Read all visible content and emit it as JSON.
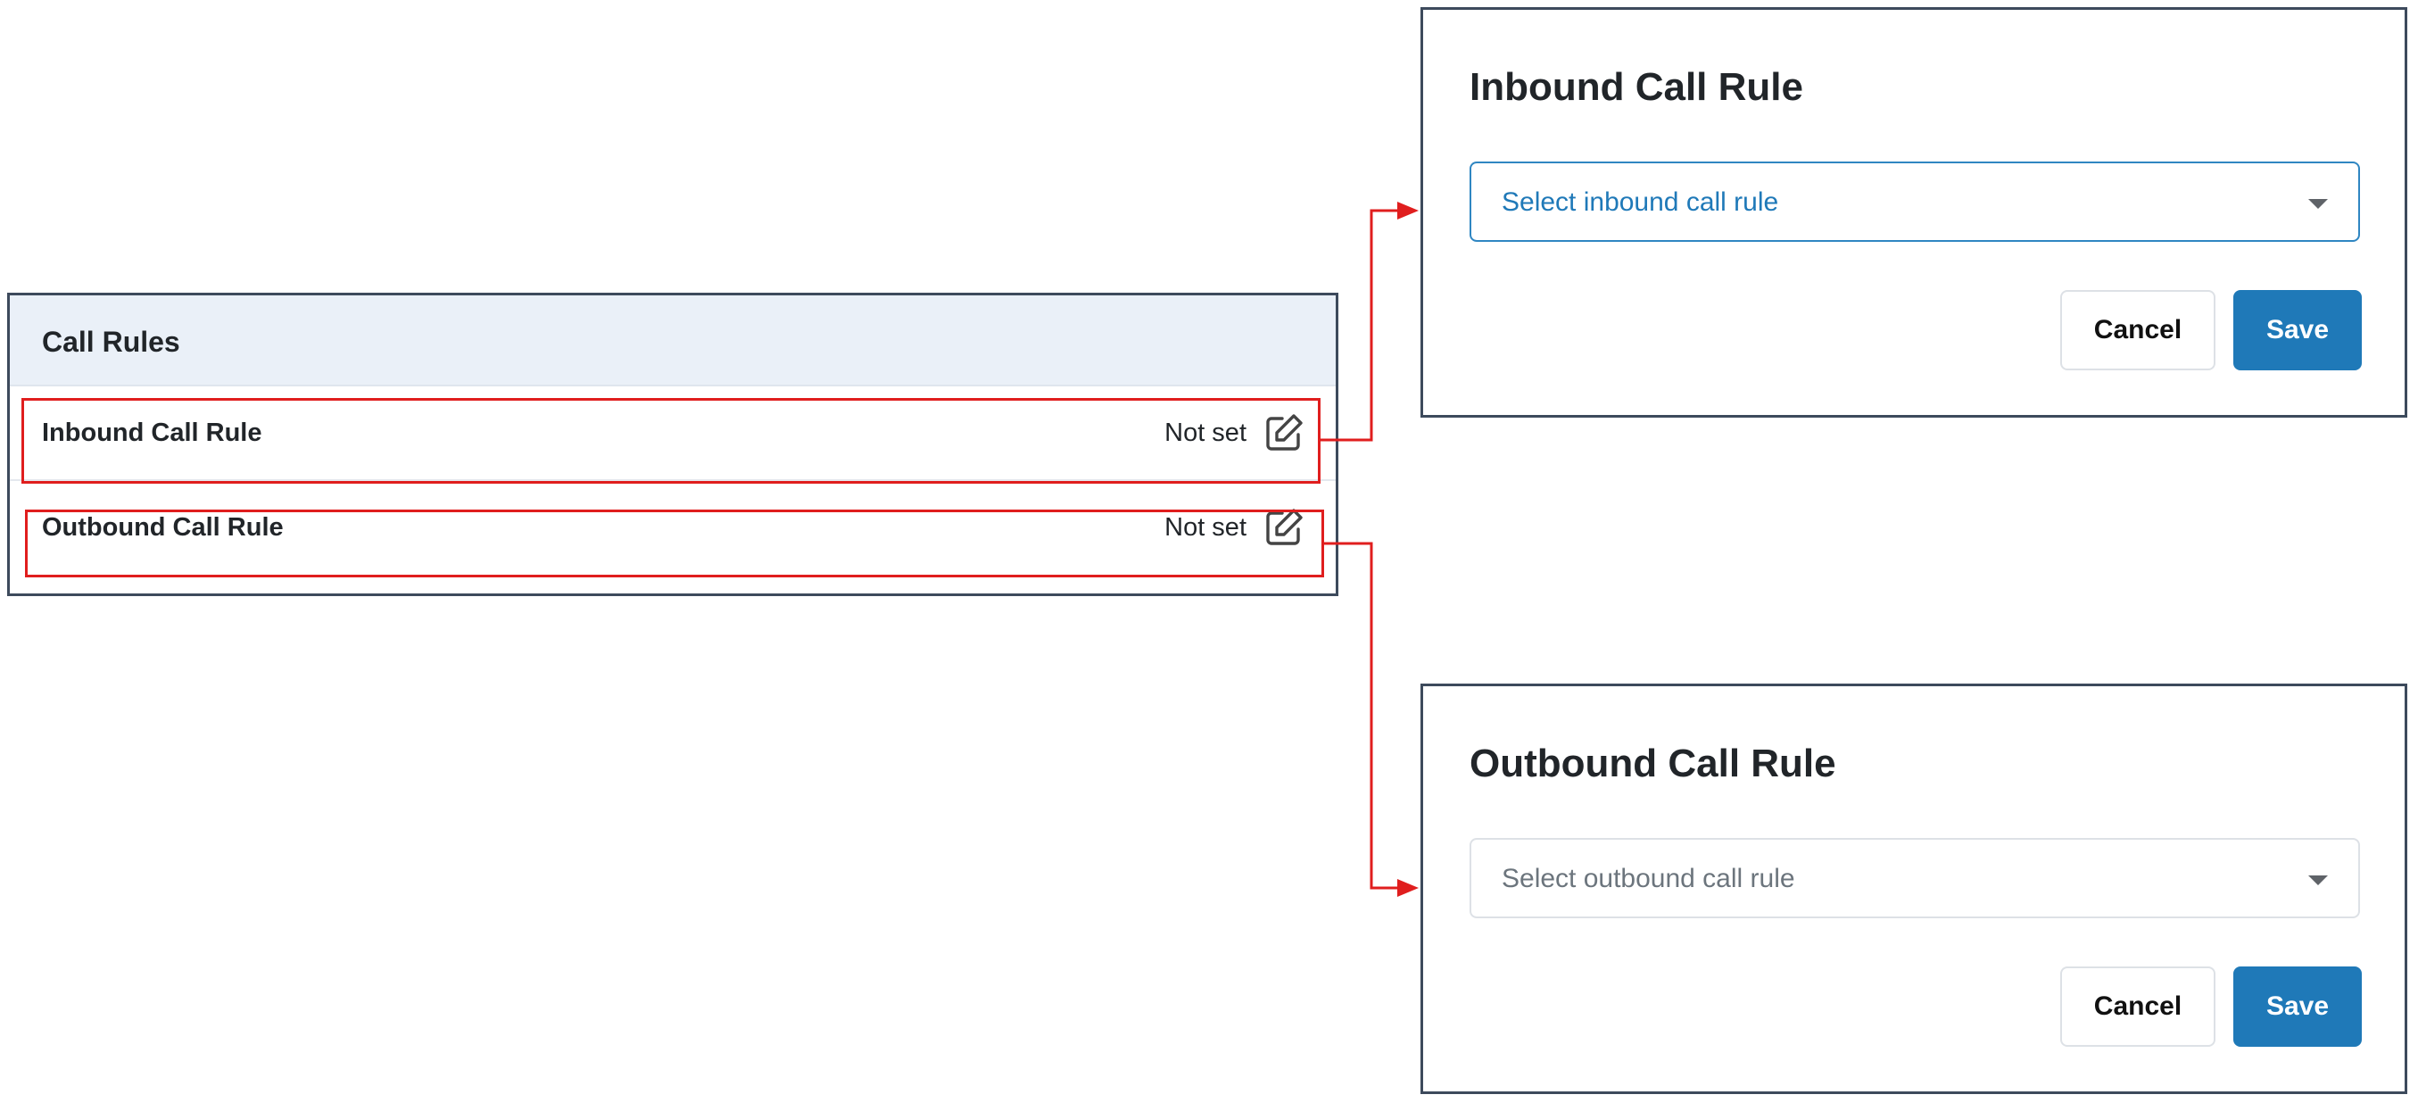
{
  "card": {
    "title": "Call Rules",
    "rows": [
      {
        "label": "Inbound Call Rule",
        "value": "Not set",
        "action_icon": "edit-icon"
      },
      {
        "label": "Outbound Call Rule",
        "value": "Not set",
        "action_icon": "edit-icon"
      }
    ]
  },
  "modals": {
    "inbound": {
      "title": "Inbound Call Rule",
      "select_placeholder": "Select inbound call rule",
      "cancel_label": "Cancel",
      "save_label": "Save"
    },
    "outbound": {
      "title": "Outbound Call Rule",
      "select_placeholder": "Select outbound call rule",
      "cancel_label": "Cancel",
      "save_label": "Save"
    }
  },
  "colors": {
    "accent": "#1f79b8",
    "highlight": "#e01e1e",
    "card_header_bg": "#eaf0f8",
    "border": "#3d4a5c"
  }
}
